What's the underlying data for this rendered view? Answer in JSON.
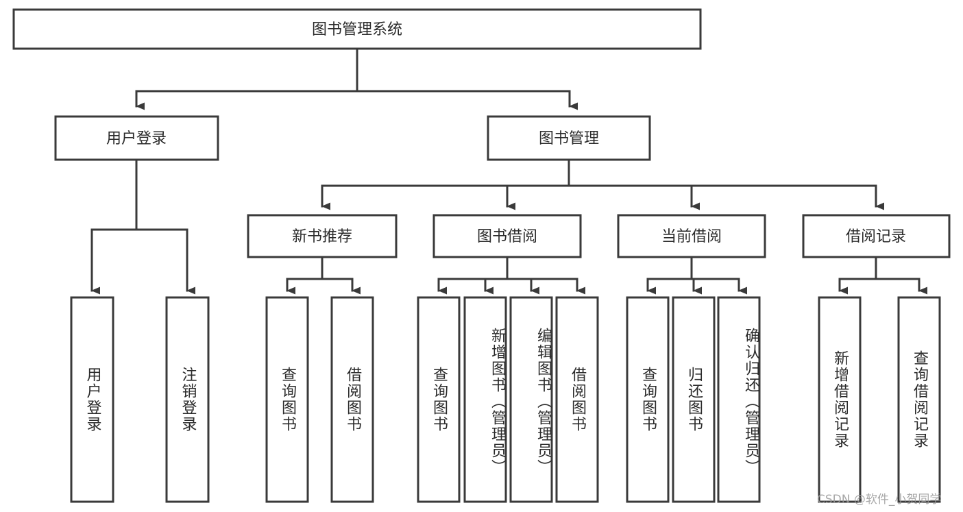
{
  "diagram": {
    "title": "图书管理系统",
    "orientation": "top-down tree",
    "watermark": "CSDN @软件_小贺同学",
    "colors": {
      "box_stroke": "#3a3a3a",
      "box_fill": "#ffffff",
      "connector": "#3a3a3a",
      "text": "#2b2b2b",
      "watermark": "#9a9a9a",
      "background": "#ffffff"
    },
    "root": {
      "label": "图书管理系统"
    },
    "level1": [
      {
        "label": "用户登录"
      },
      {
        "label": "图书管理"
      }
    ],
    "level2": [
      {
        "label": "新书推荐"
      },
      {
        "label": "图书借阅"
      },
      {
        "label": "当前借阅"
      },
      {
        "label": "借阅记录"
      }
    ],
    "leaves": {
      "user_login": [
        {
          "label": "用户登录"
        },
        {
          "label": "注销登录"
        }
      ],
      "new_book_recommend": [
        {
          "label": "查询图书"
        },
        {
          "label": "借阅图书"
        }
      ],
      "book_borrow": [
        {
          "label": "查询图书"
        },
        {
          "label": "新增图书（管理员）"
        },
        {
          "label": "编辑图书（管理员）"
        },
        {
          "label": "借阅图书"
        }
      ],
      "current_borrow": [
        {
          "label": "查询图书"
        },
        {
          "label": "归还图书"
        },
        {
          "label": "确认归还（管理员）"
        }
      ],
      "borrow_record": [
        {
          "label": "新增借阅记录"
        },
        {
          "label": "查询借阅记录"
        }
      ]
    }
  }
}
